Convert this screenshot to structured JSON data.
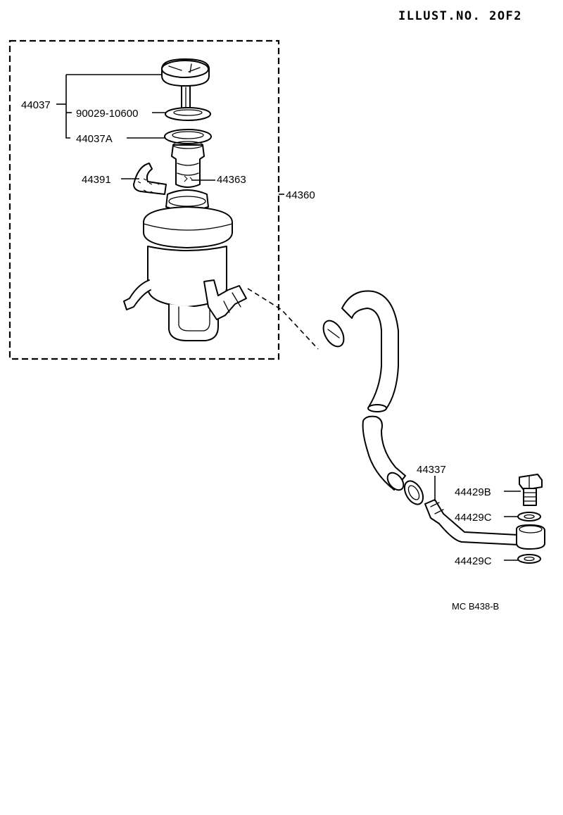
{
  "header": {
    "illust_no": "ILLUST.NO. 2OF2"
  },
  "parts": {
    "p44037": "44037",
    "p90029": "90029-10600",
    "p44037A": "44037A",
    "p44391": "44391",
    "p44363": "44363",
    "p44360": "44360",
    "p44337": "44337",
    "p44429B": "44429B",
    "p44429C_1": "44429C",
    "p44429C_2": "44429C"
  },
  "diagram_code": "MC B438-B"
}
